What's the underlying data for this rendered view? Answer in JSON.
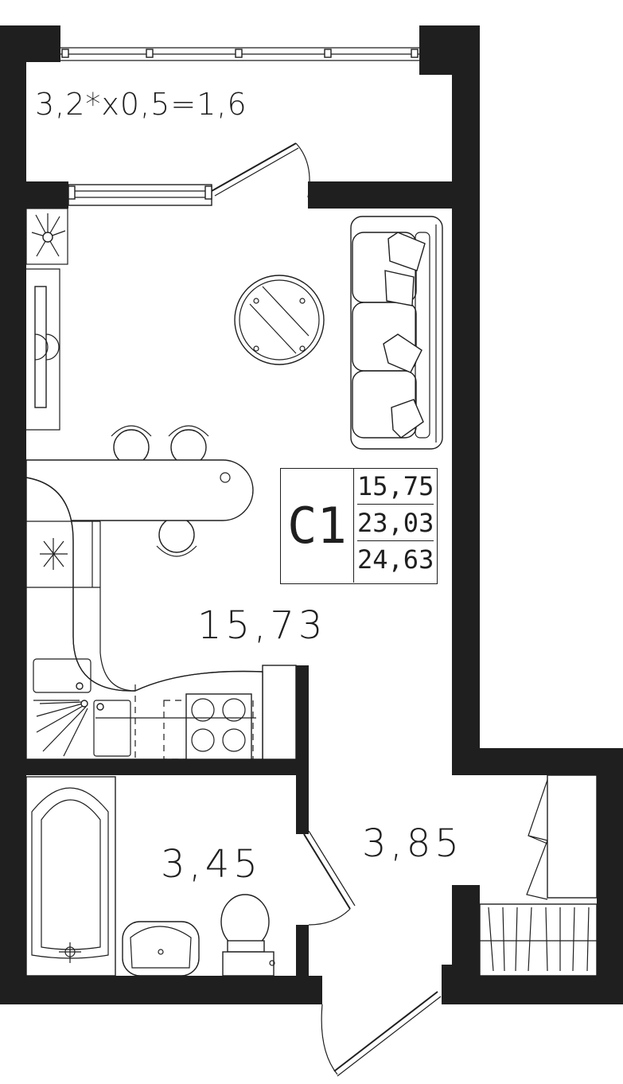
{
  "balcony": {
    "label": "3,2*x0,5=1,6"
  },
  "rooms": {
    "main": {
      "area": "15,73"
    },
    "bathroom": {
      "area": "3,45"
    },
    "hall": {
      "area": "3,85"
    }
  },
  "apartment": {
    "code": "C1",
    "areas": [
      "15,75",
      "23,03",
      "24,63"
    ]
  },
  "colors": {
    "wall": "#1f1f1f",
    "background": "#ffffff"
  }
}
